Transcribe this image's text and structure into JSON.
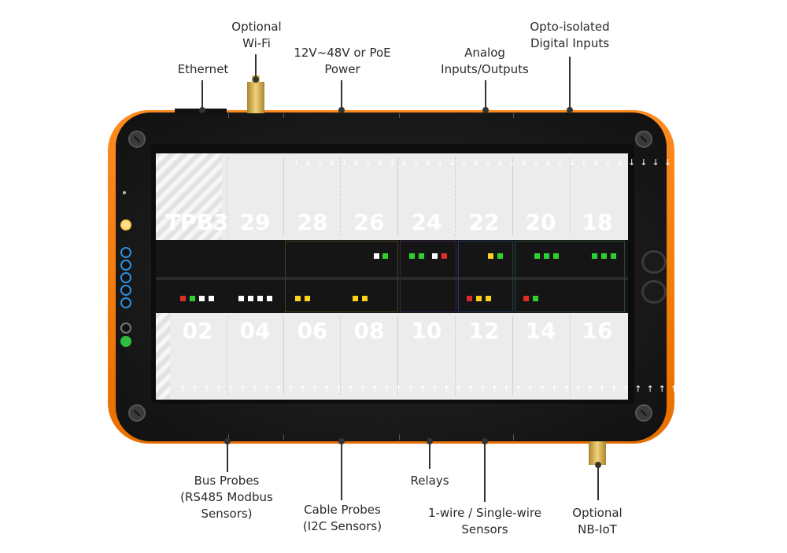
{
  "callouts": {
    "wifi": "Optional\nWi-Fi",
    "ethernet": "Ethernet",
    "power": "12V~48V or PoE\nPower",
    "analog": "Analog\nInputs/Outputs",
    "opto": "Opto-isolated\nDigital Inputs",
    "bus_probes": "Bus Probes\n(RS485 Modbus\nSensors)",
    "cable_probes": "Cable Probes\n(I2C Sensors)",
    "relays": "Relays",
    "onewire": "1-wire / Single-wire\nSensors",
    "nbiot": "Optional\nNB-IoT"
  },
  "top_numbers": [
    "TPB3",
    "29",
    "28",
    "26",
    "24",
    "22",
    "20",
    "18"
  ],
  "bottom_numbers": [
    "02",
    "04",
    "06",
    "08",
    "10",
    "12",
    "14",
    "16"
  ],
  "colors": {
    "housing": "#ff8a1f",
    "led_green": "#2fd12f",
    "led_red": "#e02b2b",
    "led_yellow": "#ffd11a",
    "led_blue": "#2f8fdc"
  }
}
